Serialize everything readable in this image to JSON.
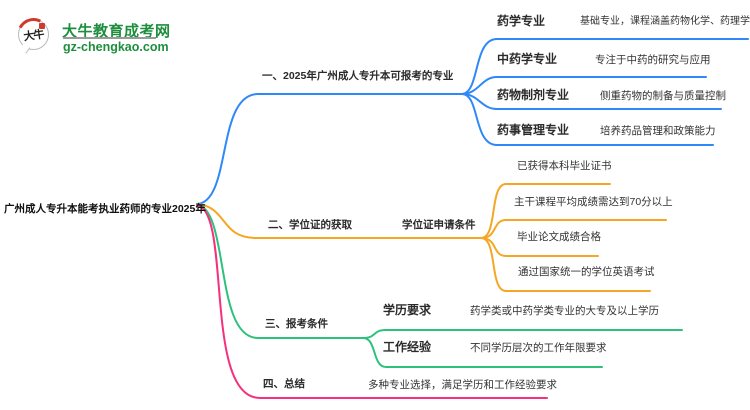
{
  "logo": {
    "icon_text": "大牛",
    "title": "大牛教育成考网",
    "domain": "gz-chengkao.com",
    "brand_color": "#1E8E3E",
    "accent_color": "#CF3A2C"
  },
  "root": {
    "title": "广州成人专升本能考执业药师的专业2025年"
  },
  "branches": [
    {
      "label": "一、2025年广州成人专升本可报考的专业",
      "color": "#2F88F8",
      "children": [
        {
          "label": "药学专业",
          "children": [
            "基础专业，课程涵盖药物化学、药理学"
          ]
        },
        {
          "label": "中药学专业",
          "children": [
            "专注于中药的研究与应用"
          ]
        },
        {
          "label": "药物制剂专业",
          "children": [
            "侧重药物的制备与质量控制"
          ]
        },
        {
          "label": "药事管理专业",
          "children": [
            "培养药品管理和政策能力"
          ]
        }
      ]
    },
    {
      "label": "二、学位证的获取",
      "color": "#F5A623",
      "children": [
        {
          "label": "学位证申请条件",
          "children": [
            "已获得本科毕业证书",
            "主干课程平均成绩需达到70分以上",
            "毕业论文成绩合格",
            "通过国家统一的学位英语考试"
          ]
        }
      ]
    },
    {
      "label": "三、报考条件",
      "color": "#2EC17C",
      "children": [
        {
          "label": "学历要求",
          "children": [
            "药学类或中药学类专业的大专及以上学历"
          ]
        },
        {
          "label": "工作经验",
          "children": [
            "不同学历层次的工作年限要求"
          ]
        }
      ]
    },
    {
      "label": "四、总结",
      "color": "#F5317F",
      "children": [
        {
          "label": "多种专业选择，满足学历和工作经验要求",
          "children": []
        }
      ]
    }
  ]
}
